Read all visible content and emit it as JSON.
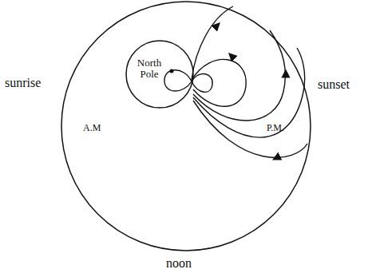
{
  "diagram": {
    "nodes": [
      {
        "text": [
          "North Pole"
        ]
      }
    ],
    "labels": [
      "sunrise",
      "sunset",
      "A.M",
      "P.M.",
      "noon"
    ]
  }
}
